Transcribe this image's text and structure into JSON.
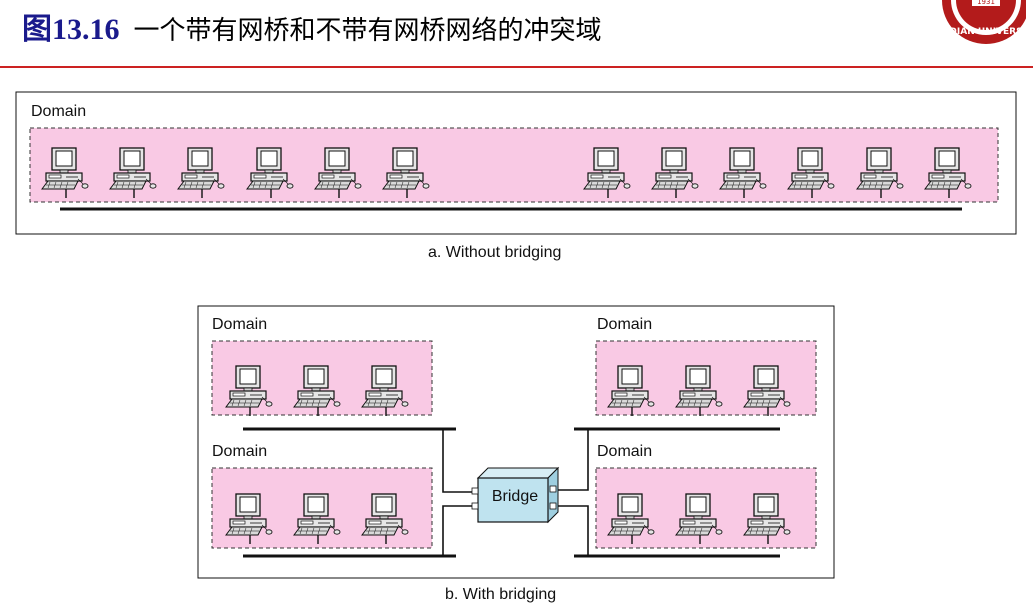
{
  "header": {
    "fig_number": "图13.16",
    "fig_title": "一个带有网桥和不带有网桥网络的冲突域",
    "seal_text": "1931 DIAN UNIVERS"
  },
  "colors": {
    "title_blue": "#1a1a8c",
    "rule_red": "#cc2222",
    "domain_fill": "#f9c9e4",
    "bridge_fill": "#bfe3ef"
  },
  "diagram_a": {
    "domain_label": "Domain",
    "caption": "a. Without bridging",
    "computer_count": 12
  },
  "diagram_b": {
    "domains": [
      {
        "label": "Domain"
      },
      {
        "label": "Domain"
      },
      {
        "label": "Domain"
      },
      {
        "label": "Domain"
      }
    ],
    "bridge_label": "Bridge",
    "caption": "b. With bridging"
  }
}
